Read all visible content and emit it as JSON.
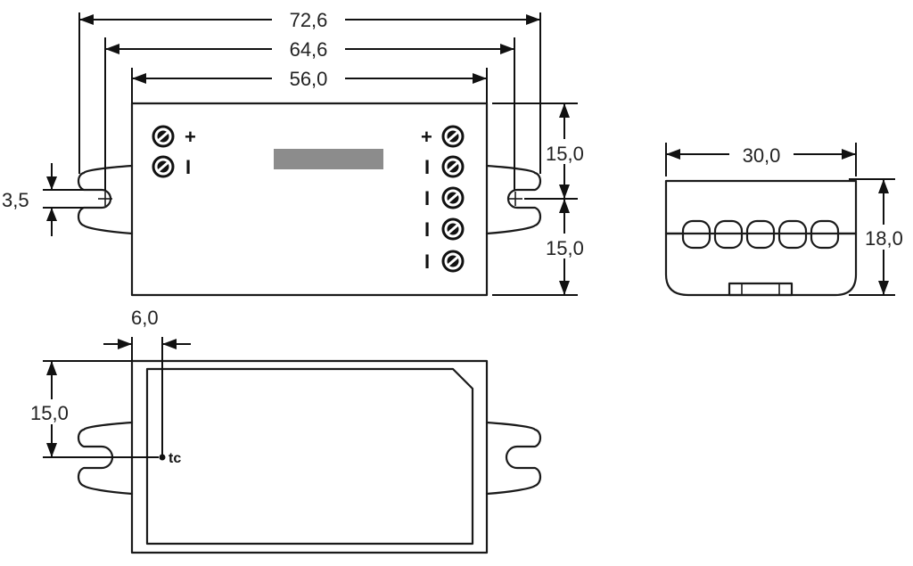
{
  "dimensions": {
    "overall_length": "72,6",
    "mounting_hole_spacing": "64,6",
    "body_length": "56,0",
    "hole_diameter": "3,5",
    "upper_half_height": "15,0",
    "lower_half_height": "15,0",
    "side_width": "30,0",
    "side_height": "18,0",
    "tc_offset_x": "6,0",
    "tc_offset_y": "15,0"
  },
  "terminals": {
    "left": [
      {
        "polarity": "+"
      },
      {
        "polarity": "I"
      }
    ],
    "right": [
      {
        "polarity": "+"
      },
      {
        "polarity": "I"
      },
      {
        "polarity": "I"
      },
      {
        "polarity": "I"
      },
      {
        "polarity": "I"
      }
    ]
  },
  "tc_label": "tc",
  "colors": {
    "line": "#1a1a1a",
    "label_area": "#8c8c8c"
  }
}
